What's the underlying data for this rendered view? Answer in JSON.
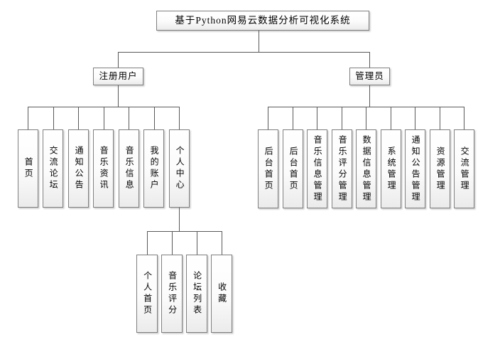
{
  "diagram": {
    "root": {
      "label": "基于Python网易云数据分析可视化系统"
    },
    "registered_user": {
      "label": "注册用户",
      "children": [
        "首页",
        "交流论坛",
        "通知公告",
        "音乐资讯",
        "音乐信息",
        "我的账户",
        "个人中心"
      ]
    },
    "admin": {
      "label": "管理员",
      "children": [
        "后台首页",
        "后台首页",
        "音乐信息管理",
        "音乐评分管理",
        "数据信息管理",
        "系统管理",
        "通知公告管理",
        "资源管理",
        "交流管理"
      ]
    },
    "personal_center": {
      "label": "个人中心",
      "children": [
        "个人首页",
        "音乐评分",
        "论坛列表",
        "收藏"
      ]
    },
    "colors": {
      "box_border": "#7f7f7f",
      "box_fill": "#ffffff",
      "box_fill_shade": "#ebebeb",
      "connector": "#595959",
      "text": "#000000"
    }
  }
}
